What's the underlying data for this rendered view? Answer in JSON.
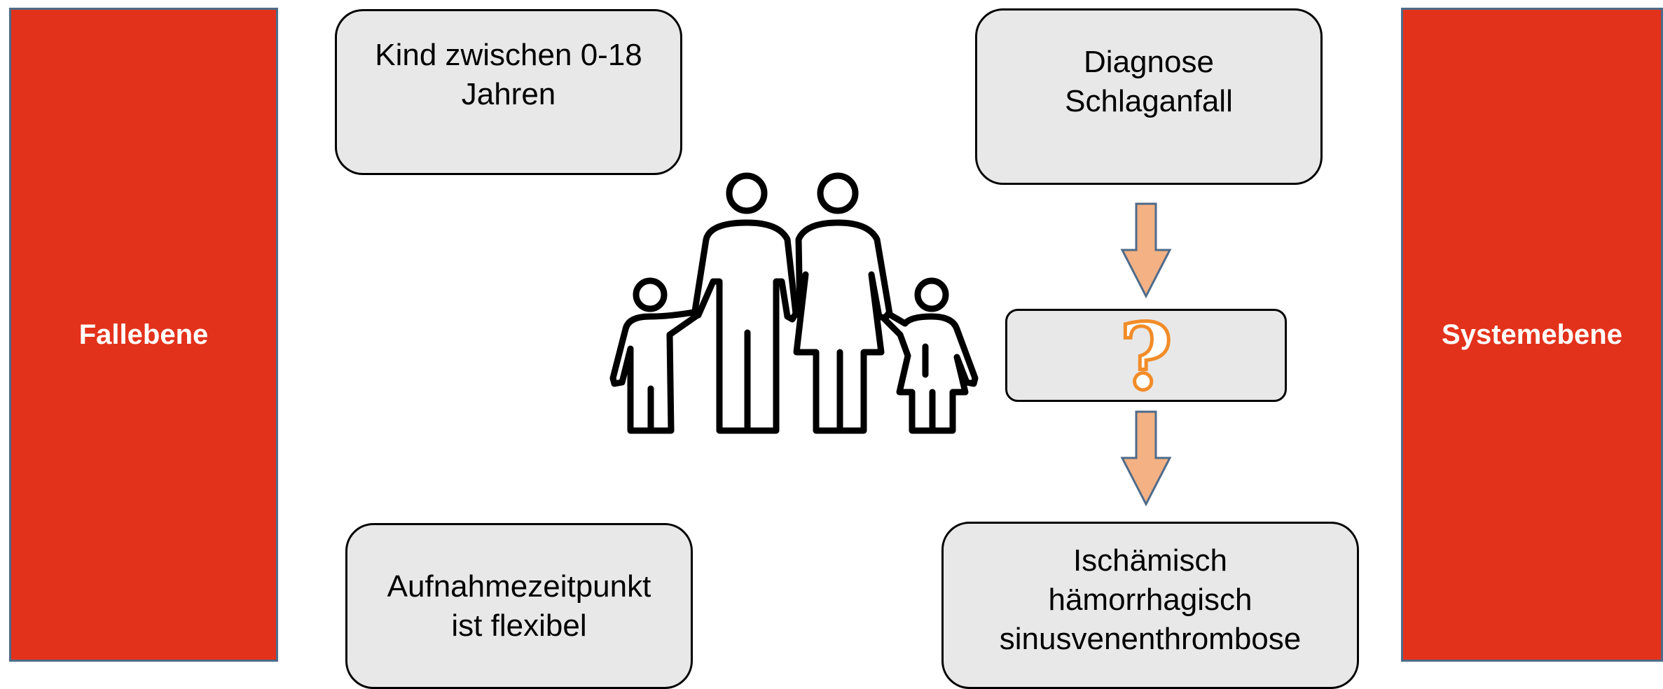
{
  "colors": {
    "side_bar_fill": "#e3321b",
    "side_bar_border": "#4e6b8a",
    "box_fill": "#e8e8e8",
    "arrow_fill": "#f4b183",
    "arrow_stroke": "#4e6b8a",
    "question_mark": "#f28c28"
  },
  "left_bar": {
    "label": "Fallebene"
  },
  "right_bar": {
    "label": "Systemebene"
  },
  "boxes": {
    "child_age": "Kind zwischen 0-18\nJahren",
    "admission": "Aufnahmezeitpunkt\nist flexibel",
    "diagnosis": "Diagnose\nSchlaganfall",
    "question": "?",
    "stroke_types": "Ischämisch\nhämorrhagisch\nsinusvenenthrombose"
  },
  "icons": {
    "family": "family-icon",
    "arrows": "down-arrow-icon"
  }
}
